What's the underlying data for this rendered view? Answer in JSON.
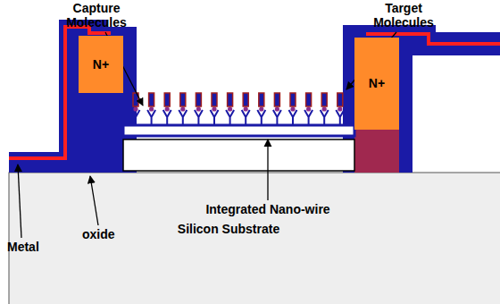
{
  "diagram": {
    "nodes": [
      {
        "text": [
          "N+"
        ]
      },
      {
        "text": [
          "N+"
        ]
      },
      {
        "text": [
          "Silicon Substrate"
        ]
      }
    ],
    "labels": [
      "Capture Molecules",
      "Target Molecules",
      "Metal",
      "oxide",
      "Integrated Nano-wire"
    ]
  }
}
